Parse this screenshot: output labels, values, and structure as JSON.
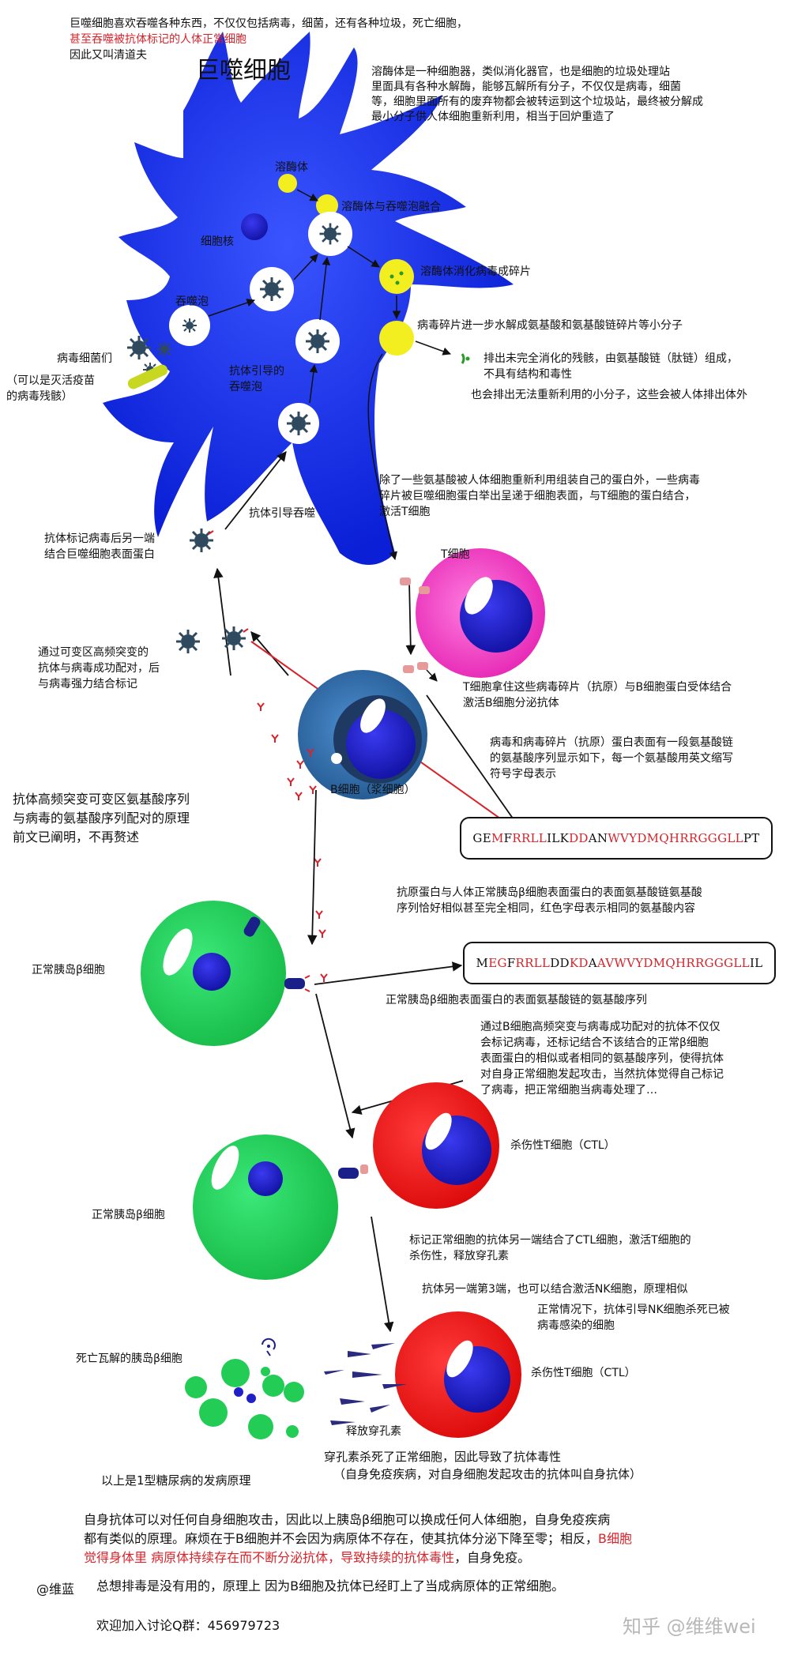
{
  "intro": {
    "line1": "巨噬细胞喜欢吞噬各种东西，不仅仅包括病毒，细菌，还有各种垃圾，死亡细胞，",
    "line2_red": "甚至吞噬被抗体标记的人体正常细胞",
    "line3": "因此又叫清道夫"
  },
  "macrophage": {
    "title": "巨噬细胞",
    "lysosome_desc": "溶酶体是一种细胞器，类似消化器官，也是细胞的垃圾处理站\n里面具有各种水解酶，能够瓦解所有分子，不仅仅是病毒，细菌\n等，细胞里面所有的废弃物都会被转运到这个垃圾站，最终被分解成\n最小分子供人体细胞重新利用，相当于回炉重造了",
    "lysosome": "溶酶体",
    "fusion": "溶酶体与吞噬泡融合",
    "nucleus": "细胞核",
    "digest": "溶酶体消化病毒成碎片",
    "phagosome": "吞噬泡",
    "hydrolyze": "病毒碎片进一步水解成氨基酸和氨基酸链碎片等小分子",
    "pathogens": "病毒细菌们",
    "pathogens_note": "（可以是灭活疫苗\n的病毒残骸）",
    "antibody_phagosome": "抗体引导的\n吞噬泡",
    "excrete1": "排出未完全消化的残骸，由氨基酸链（肽链）组成，\n不具有结构和毒性",
    "excrete2": "也会排出无法重新利用的小分子，这些会被人体排出体外",
    "present": "除了一些氨基酸被人体细胞重新利用组装自己的蛋白外，一些病毒\n碎片被巨噬细胞蛋白举出呈递于细胞表面，与T细胞的蛋白结合，\n激活T细胞",
    "antibody_guided": "抗体引导吞噬",
    "mark_other_end": "抗体标记病毒后另一端\n结合巨噬细胞表面蛋白"
  },
  "immune": {
    "tcell": "T细胞",
    "tcell_bind": "T细胞拿住这些病毒碎片（抗原）与B细胞蛋白受体结合\n激活B细胞分泌抗体",
    "variable_pair": "通过可变区高频突变的\n抗体与病毒成功配对，后\n与病毒强力结合标记",
    "antigen_seq_desc": "病毒和病毒碎片（抗原）蛋白表面有一段氨基酸链\n的氨基酸序列显示如下，每一个氨基酸用英文缩写\n符号字母表示",
    "bcell": "B细胞（浆细胞）",
    "mutation_note": "抗体高频突变可变区氨基酸序列\n与病毒的氨基酸序列配对的原理\n前文已阐明，不再赘述"
  },
  "sequences": {
    "virus": [
      {
        "t": "GE",
        "c": "blk"
      },
      {
        "t": "M",
        "c": "red"
      },
      {
        "t": "F",
        "c": "blk"
      },
      {
        "t": "RRLL",
        "c": "red"
      },
      {
        "t": "ILK",
        "c": "blk"
      },
      {
        "t": "DD",
        "c": "red"
      },
      {
        "t": "AN",
        "c": "blk"
      },
      {
        "t": "WVYDMQHRRGGGLL",
        "c": "red"
      },
      {
        "t": "PT",
        "c": "blk"
      }
    ],
    "similar_note": "抗原蛋白与人体正常胰岛β细胞表面蛋白的表面氨基酸链氨基酸\n序列恰好相似甚至完全相同，红色字母表示相同的氨基酸内容",
    "human": [
      {
        "t": "M",
        "c": "blk"
      },
      {
        "t": "EG",
        "c": "red"
      },
      {
        "t": "F",
        "c": "blk"
      },
      {
        "t": "RRLL",
        "c": "red"
      },
      {
        "t": "DD",
        "c": "blk"
      },
      {
        "t": "KD",
        "c": "red"
      },
      {
        "t": "A",
        "c": "blk"
      },
      {
        "t": "AV",
        "c": "red"
      },
      {
        "t": "WVYDMQHRRGGGLL",
        "c": "red"
      },
      {
        "t": "IL",
        "c": "blk"
      }
    ],
    "human_label": "正常胰岛β细胞表面蛋白的表面氨基酸链的氨基酸序列"
  },
  "attack": {
    "beta1": "正常胰岛β细胞",
    "explain": "通过B细胞高频突变与病毒成功配对的抗体不仅仅\n会标记病毒，还标记结合不该结合的正常β细胞\n表面蛋白的相似或者相同的氨基酸序列，使得抗体\n对自身正常细胞发起攻击，当然抗体觉得自己标记\n了病毒，把正常细胞当病毒处理了…",
    "ctl1": "杀伤性T细胞（CTL）",
    "beta2": "正常胰岛β细胞",
    "ctl_activate": "标记正常细胞的抗体另一端结合了CTL细胞，激活T细胞的\n杀伤性，释放穿孔素",
    "nk_note": "抗体另一端第3端，也可以结合激活NK细胞，原理相似",
    "nk_normal": "正常情况下，抗体引导NK细胞杀死已被\n病毒感染的细胞",
    "dead_beta": "死亡瓦解的胰岛β细胞",
    "ctl2": "杀伤性T细胞（CTL）",
    "perforin": "释放穿孔素",
    "killed": "穿孔素杀死了正常细胞，因此导致了抗体毒性",
    "autoimmune": "（自身免疫疾病，对自身细胞发起攻击的抗体叫自身抗体）",
    "type1": "以上是1型糖尿病的发病原理"
  },
  "conclusion": {
    "p1": "自身抗体可以对任何自身细胞攻击，因此以上胰岛β细胞可以换成任何人体细胞，自身免疫疾病",
    "p2": "都有类似的原理。麻烦在于B细胞并不会因为病原体不存在，使其抗体分泌下降至零；相反，",
    "p2_red": "B细胞",
    "p3_red": "觉得身体里  病原体持续存在而不断分泌抗体，导致持续的抗体毒性",
    "p3_end": "，自身免疫。",
    "author": "@维蓝",
    "detox": "总想排毒是没有用的，原理上  因为B细胞及抗体已经盯上了当成病原体的正常细胞。",
    "qq": "欢迎加入讨论Q群：456979723",
    "watermark": "知乎 @维维wei"
  },
  "colors": {
    "macrophage": "#1530e8",
    "tcell": "#ee3cc0",
    "bcell": "#2f6db0",
    "beta": "#22cc55",
    "ctl": "#ee1111",
    "nucleus": "#2020c8",
    "lysosome": "#f2ee20",
    "virus": "#2f4a5e",
    "red_text": "#d8232a"
  }
}
